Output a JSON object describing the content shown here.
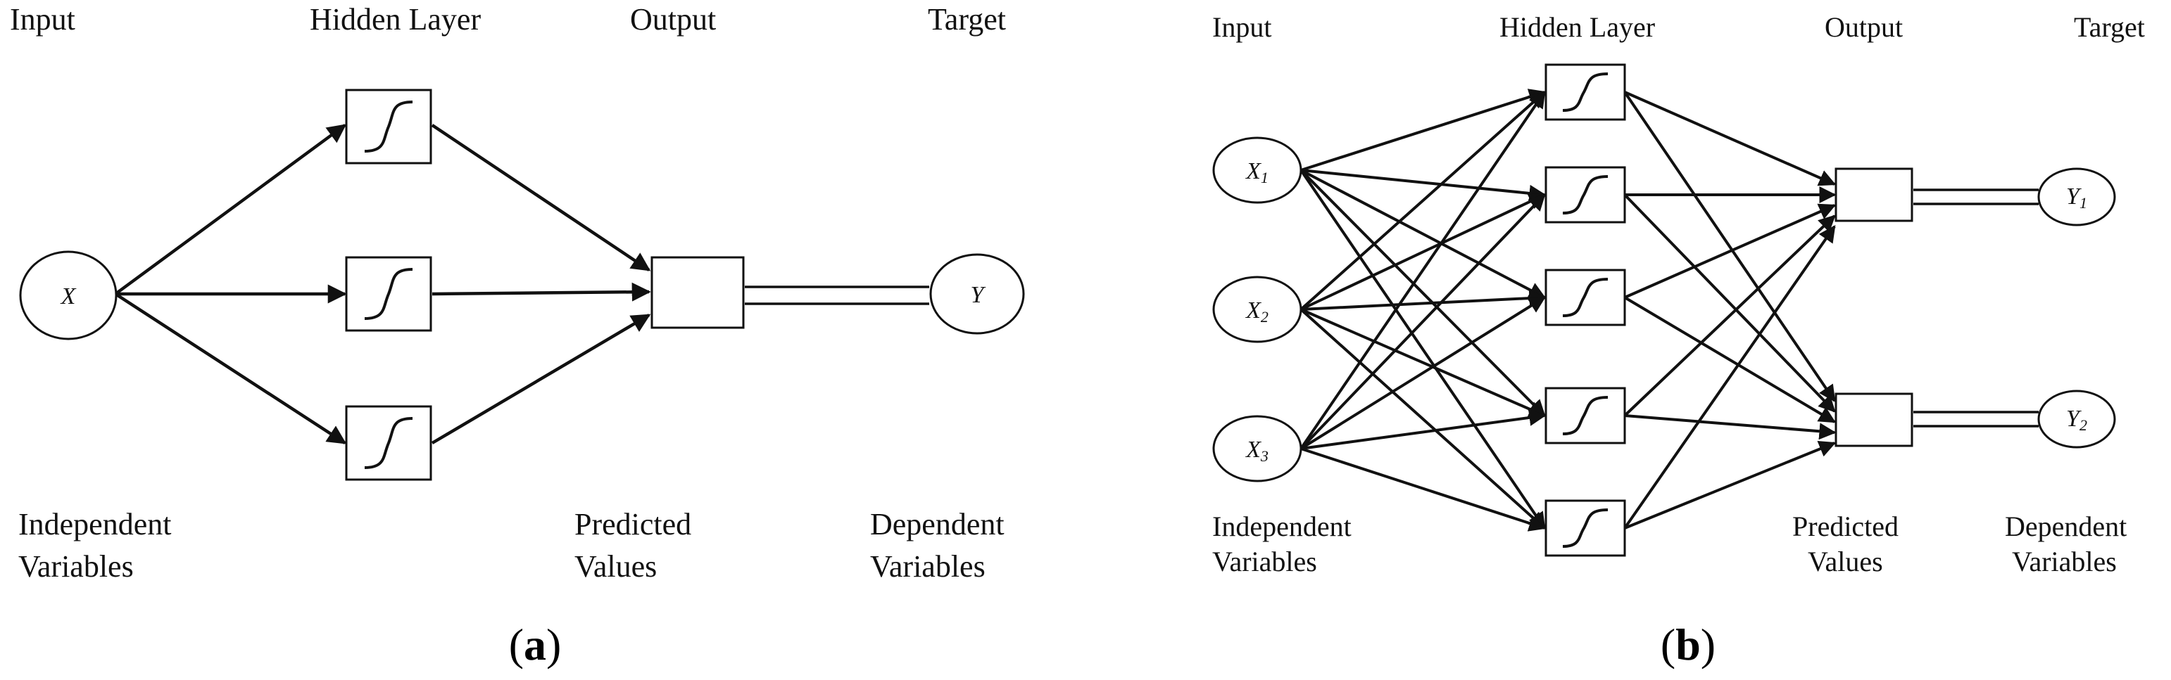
{
  "panel_a": {
    "headers": {
      "input": "Input",
      "hidden": "Hidden Layer",
      "output": "Output",
      "target": "Target"
    },
    "input_node": "X",
    "target_node": "Y",
    "footer": {
      "independent_1": "Independent",
      "independent_2": "Variables",
      "predicted_1": "Predicted",
      "predicted_2": "Values",
      "dependent_1": "Dependent",
      "dependent_2": "Variables"
    },
    "caption_open": "(",
    "caption_letter": "a",
    "caption_close": ")"
  },
  "panel_b": {
    "headers": {
      "input": "Input",
      "hidden": "Hidden Layer",
      "output": "Output",
      "target": "Target"
    },
    "inputs": [
      {
        "letter": "X",
        "sub": "1"
      },
      {
        "letter": "X",
        "sub": "2"
      },
      {
        "letter": "X",
        "sub": "3"
      }
    ],
    "targets": [
      {
        "letter": "Y",
        "sub": "1"
      },
      {
        "letter": "Y",
        "sub": "2"
      }
    ],
    "footer": {
      "independent_1": "Independent",
      "independent_2": "Variables",
      "predicted_1": "Predicted",
      "predicted_2": "Values",
      "dependent_1": "Dependent",
      "dependent_2": "Variables"
    },
    "caption_open": "(",
    "caption_letter": "b",
    "caption_close": ")"
  }
}
